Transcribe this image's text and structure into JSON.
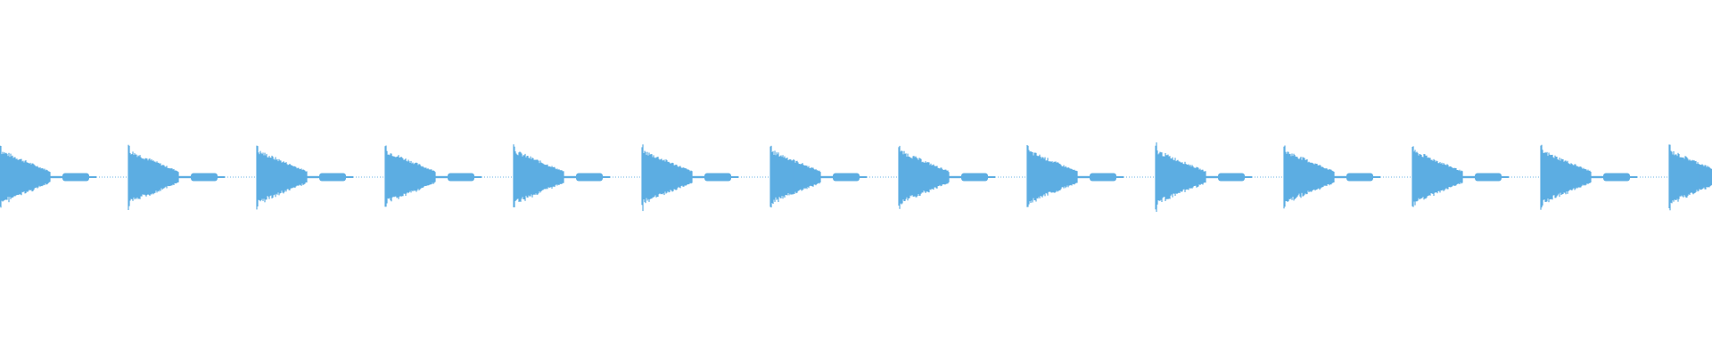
{
  "waveform": {
    "color": "#5dade2",
    "background": "#ffffff",
    "pattern": "repeating-pulse",
    "pulse_count": 14,
    "pulse_count_note_visible": false,
    "segments": [
      {
        "kind": "attack-decay",
        "relative_level": 1.0
      },
      {
        "kind": "sustain-hum",
        "relative_level": 0.12
      },
      {
        "kind": "short-burst",
        "relative_level": 0.2
      },
      {
        "kind": "noise-floor",
        "relative_level": 0.02
      }
    ]
  }
}
